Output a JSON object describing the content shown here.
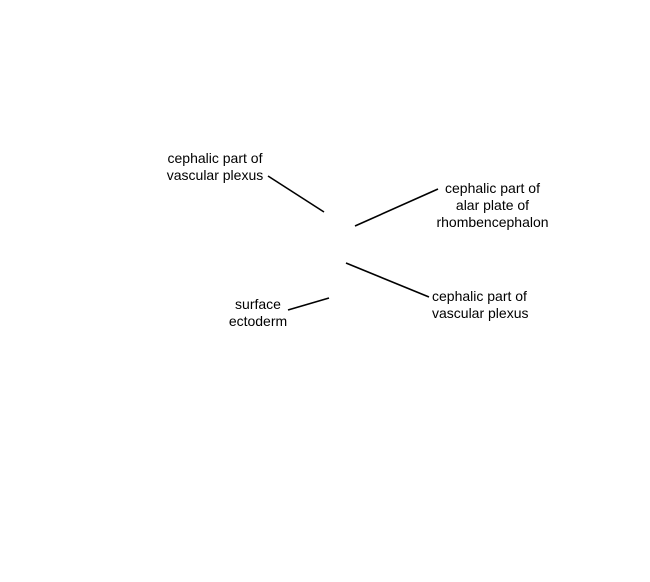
{
  "diagram": {
    "labels": [
      {
        "id": "cephalic-vascular-plexus-upper",
        "lines": [
          "cephalic part of",
          "vascular plexus"
        ]
      },
      {
        "id": "cephalic-alar-plate",
        "lines": [
          "cephalic part of",
          "alar plate of",
          "rhombencephalon"
        ]
      },
      {
        "id": "surface-ectoderm",
        "lines": [
          "surface",
          "ectoderm"
        ]
      },
      {
        "id": "cephalic-vascular-plexus-lower",
        "lines": [
          "cephalic part of",
          "vascular plexus"
        ]
      }
    ],
    "colors": {
      "background": "#ffffff",
      "text": "#000000",
      "leader_line": "#000000"
    }
  }
}
